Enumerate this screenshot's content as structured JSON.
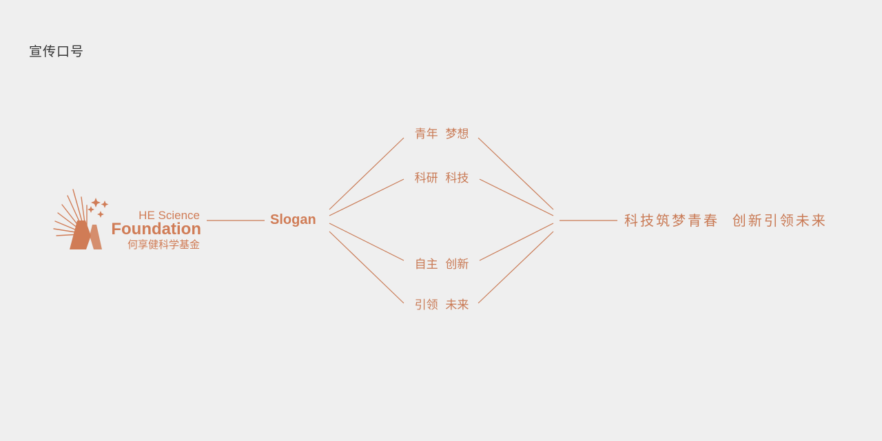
{
  "page": {
    "title": "宣传口号"
  },
  "logo": {
    "name_en_top": "HE Science",
    "name_en_main": "Foundation",
    "name_cn": "何享健科学基金",
    "brand_color": "#d07c56"
  },
  "diagram": {
    "center_label": "Slogan",
    "keywords": [
      "青年  梦想",
      "科研  科技",
      "自主  创新",
      "引领  未来"
    ],
    "full_slogan": "科技筑梦青春  创新引领未来",
    "line_color": "#c97a55"
  }
}
